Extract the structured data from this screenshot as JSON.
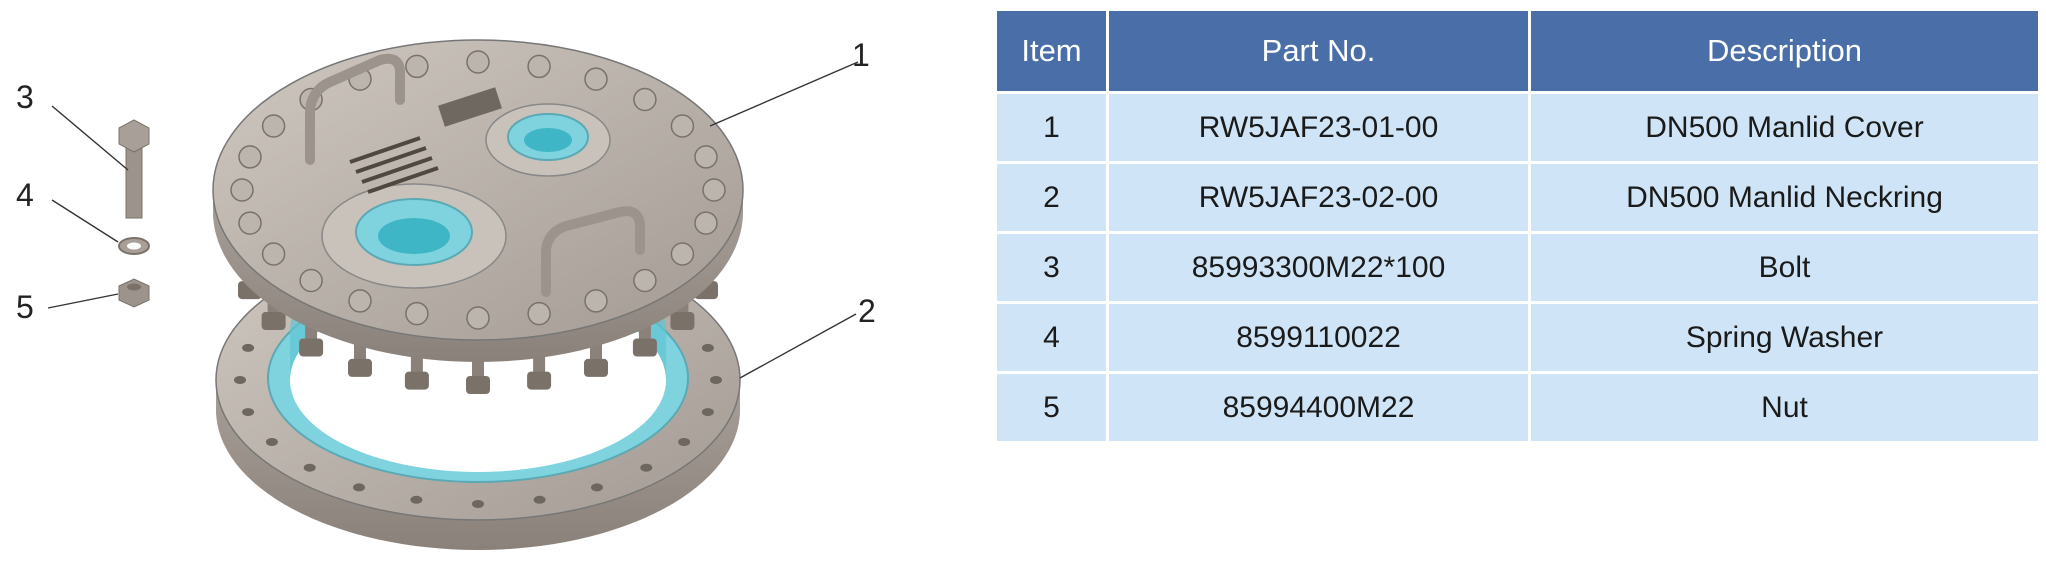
{
  "drawing": {
    "callouts": [
      "1",
      "2",
      "3",
      "4",
      "5"
    ]
  },
  "table": {
    "headers": [
      "Item",
      "Part No.",
      "Description"
    ],
    "rows": [
      {
        "item": "1",
        "part_no": "RW5JAF23-01-00",
        "description": "DN500 Manlid Cover"
      },
      {
        "item": "2",
        "part_no": "RW5JAF23-02-00",
        "description": "DN500 Manlid Neckring"
      },
      {
        "item": "3",
        "part_no": "85993300M22*100",
        "description": "Bolt"
      },
      {
        "item": "4",
        "part_no": "8599110022",
        "description": "Spring Washer"
      },
      {
        "item": "5",
        "part_no": "85994400M22",
        "description": "Nut"
      }
    ]
  },
  "colors": {
    "header_bg": "#4a6ea8",
    "cell_bg": "#cfe4f6",
    "metal": "#b9b2aa",
    "gasket": "#7fd3df"
  }
}
